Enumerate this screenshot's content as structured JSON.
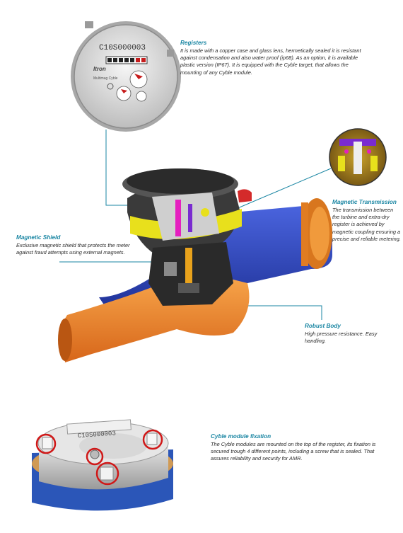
{
  "registers": {
    "title": "Registers",
    "text": "It is made with a copper case and glass lens, hermetically sealed it is resistant against condensation and also water proof (ip68). As an option, it is available plastic version (IP67). It is equipped with the Cyble target, that allows the mounting of any Cyble module."
  },
  "magnetic_transmission": {
    "title": "Magnetic Transmission",
    "text": "The transmission between the turbine and extra-dry register is achieved by magnetic coupling ensuring a precise and reliable metering."
  },
  "magnetic_shield": {
    "title": "Magnetic Shield",
    "text": "Exclusive magnetic shield that protects the meter against fraud attempts using external magnets."
  },
  "robust_body": {
    "title": "Robust Body",
    "text": "High pressure resistance. Easy handling."
  },
  "cyble": {
    "title": "Cyble module fixation",
    "text": "The Cyble modules are mounted on the top of the register, its fixation is secured trough 4 different points, including a screw that is sealed. That assures reliability and security for AMR."
  },
  "register_face": {
    "serial": "C10S000003",
    "brand": "Itron",
    "model": "Multimag Cyble"
  },
  "colors": {
    "accent": "#1a86a3",
    "body_orange": "#f08a2c",
    "pipe_blue": "#2c44b8",
    "marker_red": "#d01818"
  }
}
